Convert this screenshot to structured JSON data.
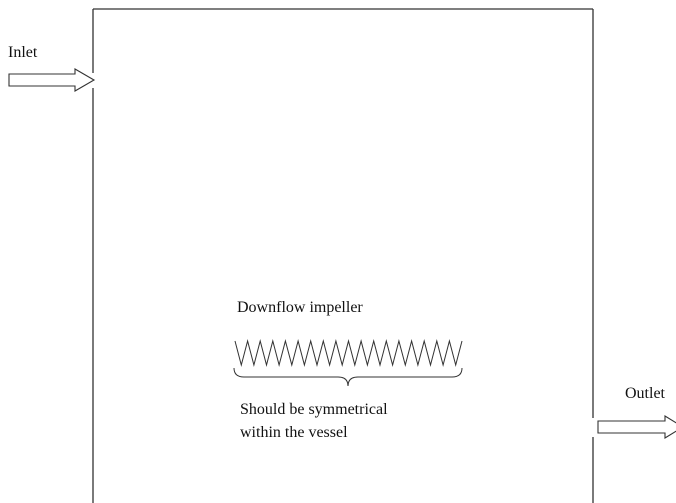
{
  "labels": {
    "inlet": "Inlet",
    "outlet": "Outlet",
    "impeller": "Downflow impeller",
    "note_line1": "Should be symmetrical",
    "note_line2": "within the vessel"
  },
  "impeller": {
    "zigzag_peaks": 18
  },
  "colors": {
    "line": "#333333",
    "text": "#111111",
    "background": "#ffffff"
  }
}
